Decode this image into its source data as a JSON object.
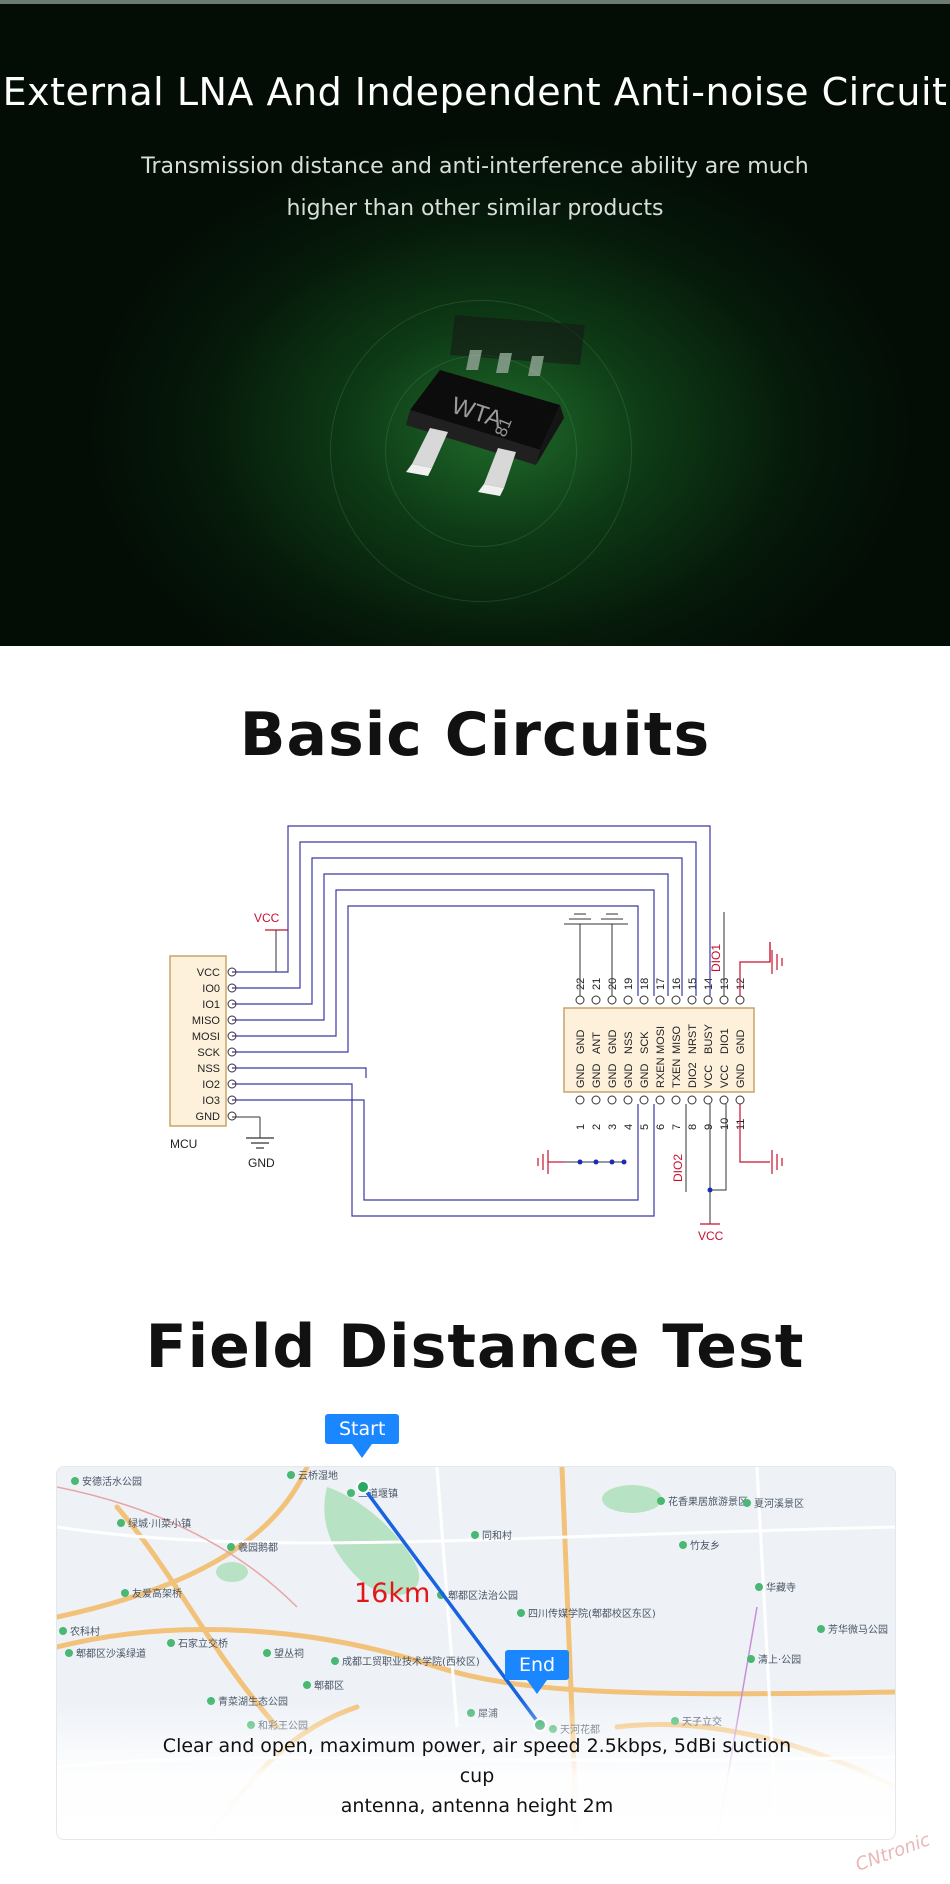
{
  "hero": {
    "title": "External LNA And Independent Anti-noise Circuit",
    "subtitle_line1": "Transmission distance and anti-interference ability are much",
    "subtitle_line2": "higher than other similar products",
    "chip_marking_main": "WTA",
    "chip_marking_code": "81"
  },
  "circuits": {
    "title": "Basic Circuits",
    "mcu_label": "MCU",
    "mcu_pins": [
      "VCC",
      "IO0",
      "IO1",
      "MISO",
      "MOSI",
      "SCK",
      "NSS",
      "IO2",
      "IO3",
      "GND"
    ],
    "vcc_label": "VCC",
    "gnd_label": "GND",
    "dio1_label": "DIO1",
    "dio2_label": "DIO2",
    "module_top_pins": [
      {
        "num": "22",
        "name": "GND"
      },
      {
        "num": "21",
        "name": "ANT"
      },
      {
        "num": "20",
        "name": "GND"
      },
      {
        "num": "19",
        "name": "NSS"
      },
      {
        "num": "18",
        "name": "SCK"
      },
      {
        "num": "17",
        "name": "MOSI"
      },
      {
        "num": "16",
        "name": "MISO"
      },
      {
        "num": "15",
        "name": "NRST"
      },
      {
        "num": "14",
        "name": "BUSY"
      },
      {
        "num": "13",
        "name": "DIO1"
      },
      {
        "num": "12",
        "name": "GND"
      }
    ],
    "module_bottom_pins": [
      {
        "num": "1",
        "name": "GND"
      },
      {
        "num": "2",
        "name": "GND"
      },
      {
        "num": "3",
        "name": "GND"
      },
      {
        "num": "4",
        "name": "GND"
      },
      {
        "num": "5",
        "name": "GND"
      },
      {
        "num": "6",
        "name": "RXEN"
      },
      {
        "num": "7",
        "name": "TXEN"
      },
      {
        "num": "8",
        "name": "DIO2"
      },
      {
        "num": "9",
        "name": "VCC"
      },
      {
        "num": "10",
        "name": "VCC"
      },
      {
        "num": "11",
        "name": "GND"
      }
    ]
  },
  "field_test": {
    "title": "Field Distance Test",
    "start_label": "Start",
    "end_label": "End",
    "distance": "16km",
    "caption_line1": "Clear and open, maximum power, air speed 2.5kbps, 5dBi suction cup",
    "caption_line2": "antenna, antenna height 2m",
    "map_places": [
      "安德活水公园",
      "三道堰镇",
      "云桥湿地",
      "绿城·川菜小镇",
      "羲园鹅都",
      "友爱高架桥",
      "石家立交桥",
      "郫都区沙溪绿道",
      "农科村",
      "望丛祠",
      "成都工贸职业技术学院(西校区)",
      "郫都区",
      "青菜湖生态公园",
      "和彩王公园",
      "郫都区法治公园",
      "四川传媒学院(郫都校区东区)",
      "同和村",
      "竹友乡",
      "花香果居旅游景区",
      "夏河溪景区",
      "华藏寺",
      "芳华微马公园",
      "清上·公园",
      "犀浦",
      "天河花都",
      "天子立交"
    ]
  },
  "watermark": "CNtronic"
}
